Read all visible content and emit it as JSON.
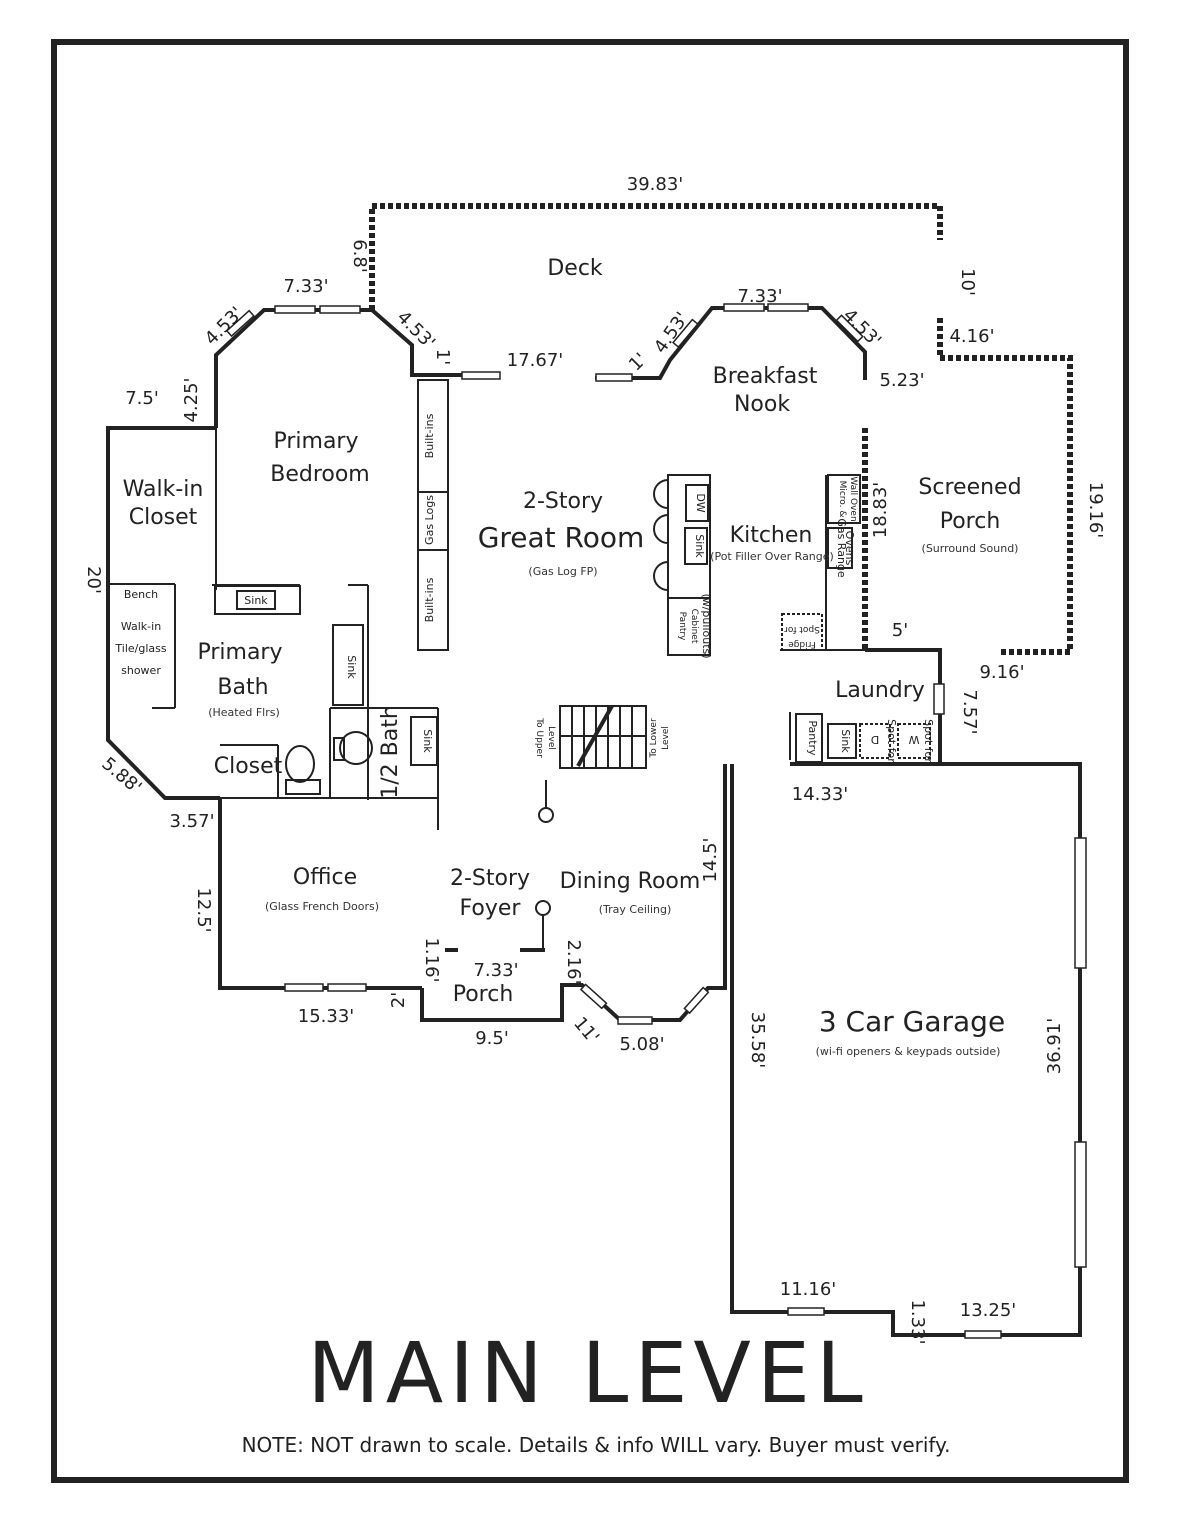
{
  "title": "MAIN LEVEL",
  "note": "NOTE: NOT drawn to scale. Details & info WILL vary. Buyer must verify.",
  "rooms": {
    "deck": "Deck",
    "breakfast_1": "Breakfast",
    "breakfast_2": "Nook",
    "primary_bedroom_1": "Primary",
    "primary_bedroom_2": "Bedroom",
    "walkin_closet_1": "Walk-in",
    "walkin_closet_2": "Closet",
    "primary_bath_1": "Primary",
    "primary_bath_2": "Bath",
    "primary_bath_sub": "(Heated Flrs)",
    "great_room_1": "2-Story",
    "great_room_2": "Great Room",
    "great_room_sub": "(Gas Log FP)",
    "kitchen": "Kitchen",
    "kitchen_sub": "(Pot Filler Over Range)",
    "screened_porch_1": "Screened",
    "screened_porch_2": "Porch",
    "screened_porch_sub": "(Surround Sound)",
    "laundry": "Laundry",
    "office": "Office",
    "office_sub": "(Glass French Doors)",
    "foyer_1": "2-Story",
    "foyer_2": "Foyer",
    "dining_room": "Dining Room",
    "dining_sub": "(Tray Ceiling)",
    "porch": "Porch",
    "garage": "3 Car Garage",
    "garage_sub": "(wi-fi openers & keypads outside)",
    "closet": "Closet",
    "half_bath": "1/2 Bath"
  },
  "fixtures": {
    "bench": "Bench",
    "shower_1": "Walk-in",
    "shower_2": "Tile/glass",
    "shower_3": "shower",
    "sink": "Sink",
    "builtins": "Built-ins",
    "gas_logs": "Gas Logs",
    "dw": "DW",
    "pantry_1": "Pantry",
    "pantry_2": "Cabinet",
    "pantry_3": "(w/pullouts)",
    "micro_1": "Micro. &",
    "micro_2": "Wall Oven",
    "gas_range_1": "Gas Range",
    "gas_range_2": "Ovens",
    "fridge_1": "Spot for",
    "fridge_2": "Fridge",
    "pantry": "Pantry",
    "d": "D",
    "w": "W",
    "spot_for": "Spot for",
    "to_upper_1": "To Upper",
    "to_upper_2": "Level",
    "to_lower_1": "To Lower",
    "to_lower_2": "Level"
  },
  "dims": {
    "d39_83": "39.83'",
    "d6_8": "6.8'",
    "d7_33a": "7.33'",
    "d4_53a": "4.53'",
    "d4_53b": "4.53'",
    "d1a": "1'",
    "d17_67": "17.67'",
    "d1b": "1'",
    "d4_53c": "4.53'",
    "d7_33b": "7.33'",
    "d4_53d": "4.53'",
    "d5_23": "5.23'",
    "d10": "10'",
    "d4_16": "4.16'",
    "d4_25": "4.25'",
    "d7_5": "7.5'",
    "d19_16": "19.16'",
    "d18_83": "18.83'",
    "d20": "20'",
    "d5": "5'",
    "d9_16": "9.16'",
    "d7_57": "7.57'",
    "d5_88": "5.88'",
    "d14_33": "14.33'",
    "d3_57": "3.57'",
    "d14_5": "14.5'",
    "d12_5": "12.5'",
    "d1_16": "1.16'",
    "d7_33c": "7.33'",
    "d2_16": "2.16'",
    "d2a": "2'",
    "d15_33": "15.33'",
    "d9_5": "9.5'",
    "d11": "11'",
    "d5_08": "5.08'",
    "d35_58": "35.58'",
    "d36_91": "36.91'",
    "d11_16": "11.16'",
    "d1_33": "1.33'",
    "d13_25": "13.25'"
  }
}
